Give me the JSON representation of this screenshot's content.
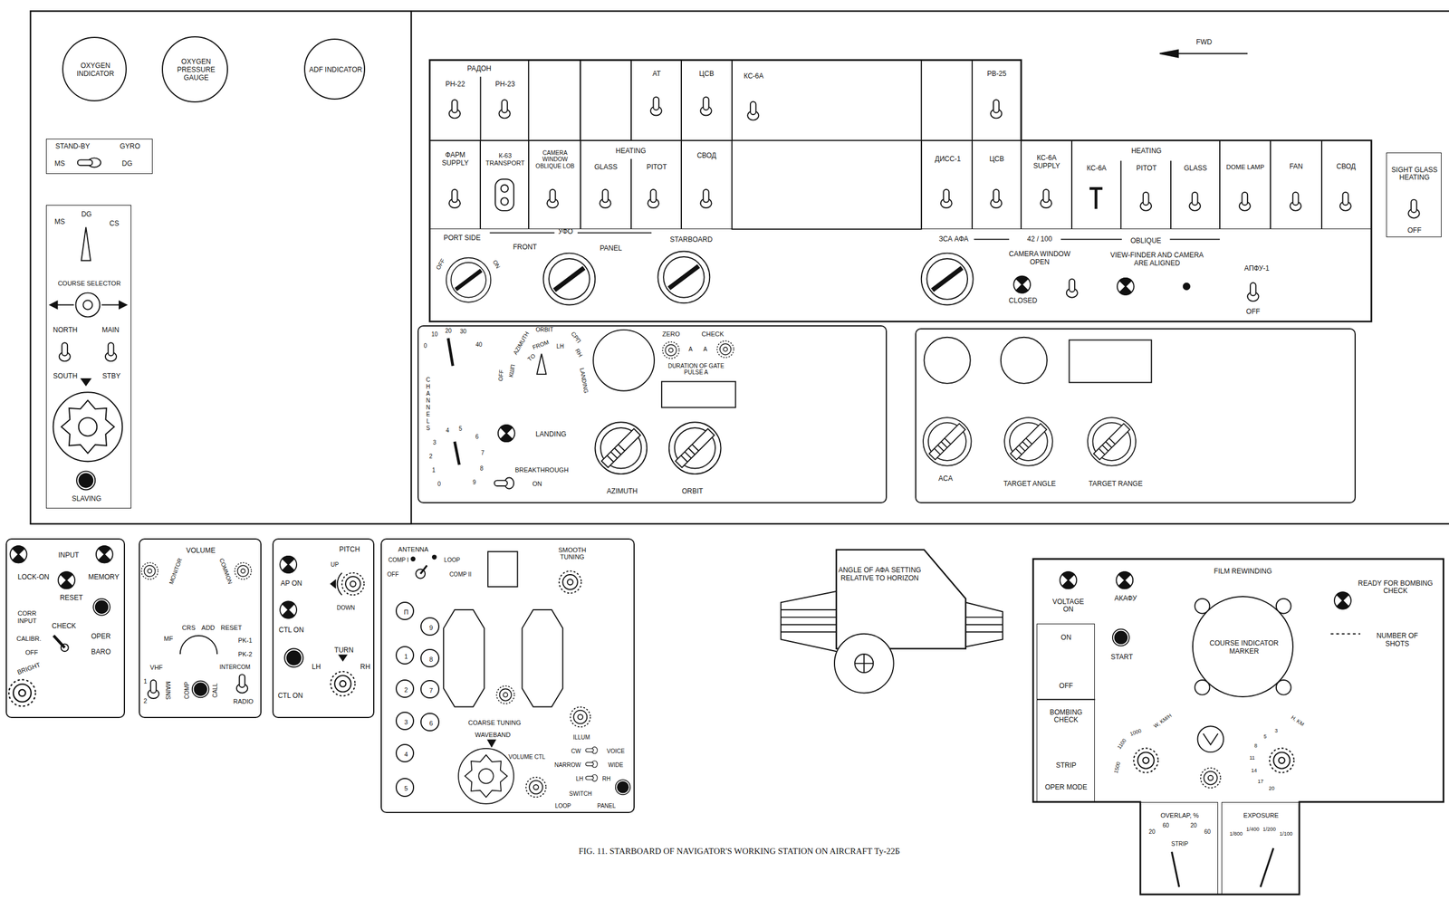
{
  "diagram": {
    "caption": "FIG. 11. STARBOARD OF NAVIGATOR'S WORKING STATION ON AIRCRAFT Ту-22Б",
    "nodes": [
      {
        "text": [
          "OXYGEN INDICATOR"
        ]
      },
      {
        "text": [
          "OXYGEN PRESSURE GAUGE"
        ]
      },
      {
        "text": [
          "ADF INDICATOR"
        ]
      },
      {
        "text": [
          "STAND-BY",
          "GYRO",
          "MS",
          "DG"
        ]
      },
      {
        "text": [
          "MS",
          "DG",
          "CS",
          "COURSE SELECTOR",
          "NORTH",
          "MAIN",
          "SOUTH",
          "STBY",
          "SLAVING"
        ]
      },
      {
        "text": [
          "PORT SIDE",
          "УФО",
          "FRONT",
          "PANEL",
          "STARBOARD",
          "OFF",
          "ON",
          "ЗСА АФА",
          "42 / 100",
          "OBLIQUE",
          "CAMERA WINDOW OPEN",
          "CLOSED",
          "VIEW-FINDER AND CAMERA ARE ALIGNED",
          "АПФУ-1",
          "OFF"
        ]
      },
      {
        "text": [
          "РАДОН",
          "РН-22",
          "РН-23"
        ],
        "in": 5
      },
      {
        "text": [
          "АТ"
        ],
        "in": 5
      },
      {
        "text": [
          "ЦСВ"
        ],
        "in": 5
      },
      {
        "text": [
          "КС-6А"
        ],
        "in": 5
      },
      {
        "text": [
          "РВ-25"
        ],
        "in": 5
      },
      {
        "text": [
          "ФАРМ SUPPLY"
        ],
        "in": 5
      },
      {
        "text": [
          "К-63 TRANSPORT"
        ],
        "in": 5
      },
      {
        "text": [
          "CAMERA WINDOW OBLIQUE LOB"
        ],
        "in": 5
      },
      {
        "text": [
          "HEATING",
          "GLASS",
          "PITOT"
        ],
        "in": 5
      },
      {
        "text": [
          "СВОД"
        ],
        "in": 5
      },
      {
        "text": [
          "ДИСС-1"
        ],
        "in": 5
      },
      {
        "text": [
          "ЦСВ"
        ],
        "in": 5
      },
      {
        "text": [
          "КС-6А SUPPLY"
        ],
        "in": 5
      },
      {
        "text": [
          "HEATING",
          "КС-6А",
          "PITOT",
          "GLASS"
        ],
        "in": 5
      },
      {
        "text": [
          "DOME LAMP"
        ],
        "in": 5
      },
      {
        "text": [
          "FAN"
        ],
        "in": 5
      },
      {
        "text": [
          "СВОД"
        ],
        "in": 5
      },
      {
        "text": [
          "SIGHT GLASS HEATING",
          "OFF"
        ]
      },
      {
        "text": [
          "0",
          "10",
          "20",
          "30",
          "40",
          "CHANNELS",
          "0",
          "1",
          "2",
          "3",
          "4",
          "5",
          "6",
          "7",
          "8",
          "9",
          "OFF",
          "КШП",
          "AZIMUTH",
          "TO",
          "FROM",
          "ORBIT",
          "LH",
          "СРП",
          "RH",
          "LANDING",
          "ZERO",
          "CHECK",
          "A",
          "A",
          "DURATION OF GATE PULSE A",
          "LANDING",
          "BREAKTHROUGH",
          "ON",
          "AZIMUTH",
          "ORBIT"
        ]
      },
      {
        "text": [
          "ACA",
          "TARGET ANGLE",
          "TARGET RANGE"
        ]
      },
      {
        "text": [
          "INPUT",
          "LOCK-ON",
          "MEMORY",
          "RESET",
          "CORR INPUT",
          "CHECK",
          "CALIBR.",
          "OPER",
          "OFF",
          "BARO",
          "BRIGHT"
        ]
      },
      {
        "text": [
          "VOLUME",
          "MONITOR",
          "COMMON",
          "MF",
          "CRS",
          "ADD",
          "RESET",
          "PK-1",
          "PK-2",
          "INTERCOM",
          "VHF",
          "1",
          "2",
          "MAINS",
          "COMP",
          "CALL",
          "RADIO"
        ]
      },
      {
        "text": [
          "PITCH",
          "UP",
          "DOWN",
          "AP ON",
          "CTL ON",
          "CTL ON",
          "TURN",
          "LH",
          "RH"
        ]
      },
      {
        "text": [
          "ANTENNA",
          "COMP I",
          "LOOP",
          "OFF",
          "COMP II",
          "SMOOTH TUNING",
          "COARSE TUNING",
          "WAVEBAND",
          "ILLUM",
          "CW",
          "VOICE",
          "NARROW",
          "WIDE",
          "VOLUME CTL",
          "LH",
          "RH",
          "SWITCH",
          "LOOP",
          "PANEL"
        ]
      },
      {
        "text": [
          "П"
        ],
        "in": 29
      },
      {
        "text": [
          "9"
        ],
        "in": 29
      },
      {
        "text": [
          "1"
        ],
        "in": 29
      },
      {
        "text": [
          "8"
        ],
        "in": 29
      },
      {
        "text": [
          "2"
        ],
        "in": 29
      },
      {
        "text": [
          "7"
        ],
        "in": 29
      },
      {
        "text": [
          "3"
        ],
        "in": 29
      },
      {
        "text": [
          "6"
        ],
        "in": 29
      },
      {
        "text": [
          "4"
        ],
        "in": 29
      },
      {
        "text": [
          "5"
        ],
        "in": 29
      },
      {
        "text": [
          "ANGLE OF АФА SETTING RELATIVE TO HORIZON"
        ]
      },
      {
        "text": [
          "VOLTAGE ON",
          "АКАФУ",
          "START",
          "FILM REWINDING",
          "READY FOR BOMBING CHECK",
          "NUMBER OF SHOTS",
          "W, KM/H",
          "1500",
          "1100",
          "1000",
          "H, KM",
          "3",
          "5",
          "8",
          "11",
          "14",
          "17",
          "20"
        ]
      },
      {
        "text": [
          "ON",
          "OFF",
          "BOMBING CHECK",
          "STRIP",
          "OPER MODE"
        ],
        "in": 41
      },
      {
        "text": [
          "COURSE INDICATOR MARKER"
        ],
        "in": 41
      },
      {
        "text": [
          "OVERLAP, %",
          "20",
          "60",
          "20",
          "60",
          "STRIP"
        ],
        "in": 41
      },
      {
        "text": [
          "EXPOSURE",
          "1/800",
          "1/400",
          "1/200",
          "1/100"
        ],
        "in": 41
      }
    ],
    "labels": [
      "FWD"
    ]
  }
}
